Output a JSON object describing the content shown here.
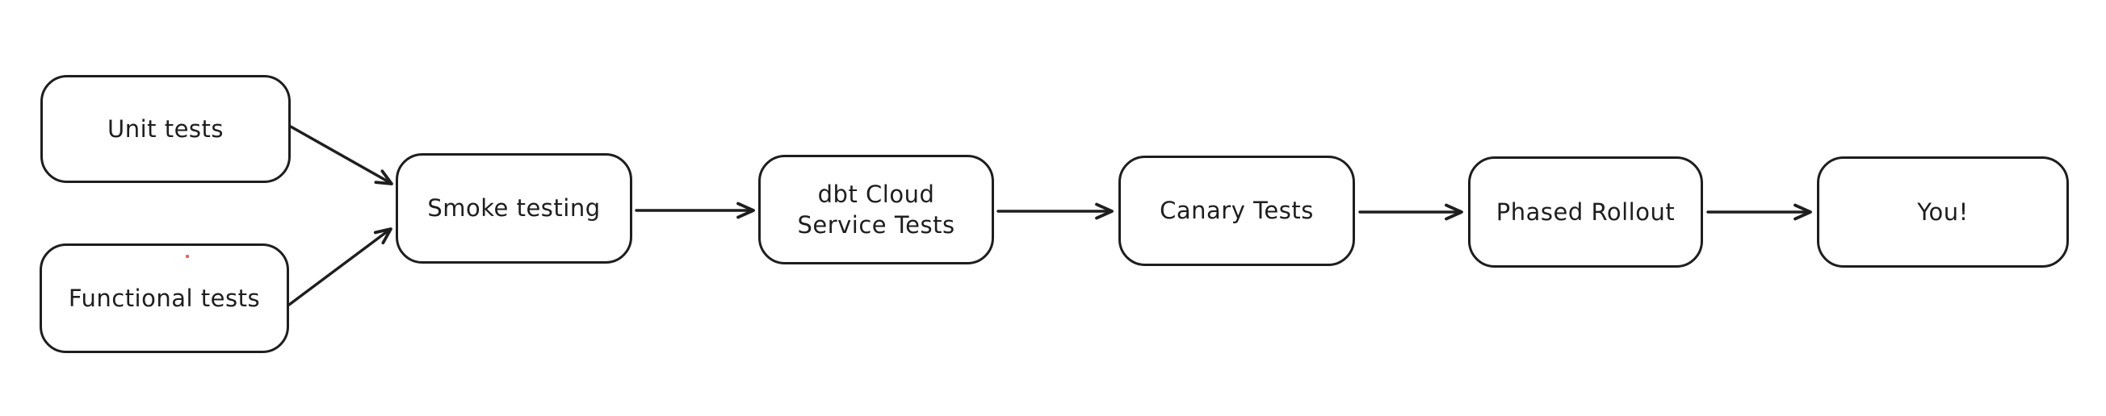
{
  "diagram": {
    "title": "Testing and rollout pipeline flowchart",
    "background_color": "#ffffff",
    "stroke_color": "#1e1e1e",
    "node_fill_color": "#ffffff",
    "artifact_dot_color": "#e03131",
    "nodes": [
      {
        "id": "unit-tests",
        "label": "Unit tests"
      },
      {
        "id": "functional-tests",
        "label": "Functional tests"
      },
      {
        "id": "smoke-testing",
        "label": "Smoke testing"
      },
      {
        "id": "dbt-cloud-service-tests",
        "label": "dbt Cloud\nService Tests"
      },
      {
        "id": "canary-tests",
        "label": "Canary Tests"
      },
      {
        "id": "phased-rollout",
        "label": "Phased Rollout"
      },
      {
        "id": "you",
        "label": "You!"
      }
    ],
    "edges": [
      {
        "from": "unit-tests",
        "to": "smoke-testing"
      },
      {
        "from": "functional-tests",
        "to": "smoke-testing"
      },
      {
        "from": "smoke-testing",
        "to": "dbt-cloud-service-tests"
      },
      {
        "from": "dbt-cloud-service-tests",
        "to": "canary-tests"
      },
      {
        "from": "canary-tests",
        "to": "phased-rollout"
      },
      {
        "from": "phased-rollout",
        "to": "you"
      }
    ]
  }
}
